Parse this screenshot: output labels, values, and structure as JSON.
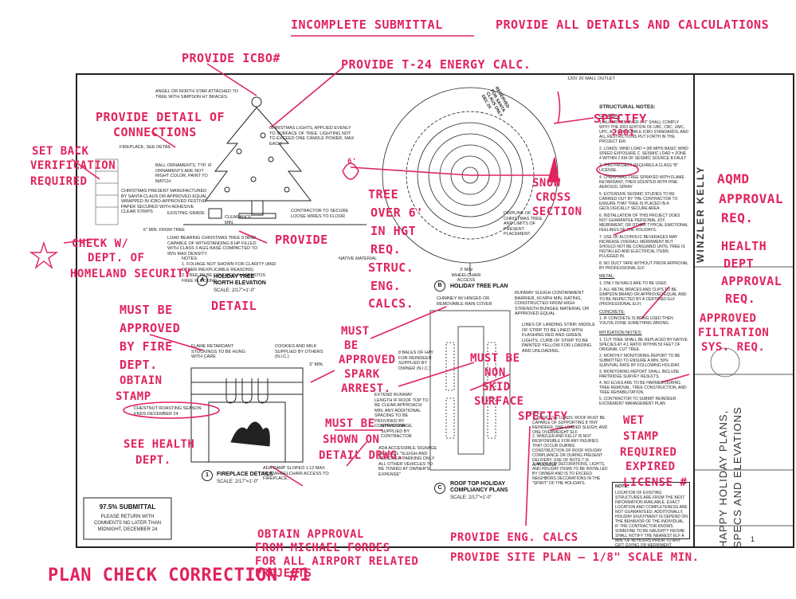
{
  "sheet": {
    "title_block": {
      "firm_line1": "WINZLER KELLY",
      "project_line1": "HAPPY HOLIDAY PLANS,",
      "project_line2": "SPECS AND ELEVATIONS",
      "sheet_number": "1"
    },
    "submittal_box": {
      "title": "97.5% SUBMITTAL",
      "line1": "PLEASE RETURN WITH",
      "line2": "COMMENTS NO LATER THAN",
      "line3": "MIDNIGHT, DECEMBER 24"
    },
    "views": {
      "tree_title": "HOLIDAY TREE",
      "tree_subtitle": "NORTH ELEVATION",
      "plan_title": "HOLIDAY TREE PLAN",
      "fireplace_title": "FIREPLACE DETAILS",
      "roof_title_line1": "ROOF TOP HOLIDAY",
      "roof_title_line2": "COMPLIANCY PLANS",
      "scale": "SCALE: 2/17\"=1'-0\"",
      "tag_a": "A",
      "tag_b": "B",
      "tag_c": "C",
      "tag_1": "1"
    },
    "tree_notes": {
      "angel": "ANGEL OR NORTH STAR ATTACHED TO TREE WITH SIMPSON H7 BRACES.",
      "lights": "CHRISTMAS LIGHTS, APPLIED EVENLY TO SURFACE OF TREE. LIGHTING NOT TO EXCEED ONE CANDLE POWER, MAX EACH",
      "fireplace_see": "FIREPLACE, SEE DETAIL",
      "balls": "BALL ORNAMENTS, TYP. IF ORNAMENTS ARE NOT RIGHT COLOR, PAINT TO MATCH",
      "present": "CHRISTMAS PRESENT MANUFACTURED BY SANTA CLAUS OR APPROVED EQUAL. WRAPPED IN ICBO-APPROVED FESTIVE PAPER SECURED WITH ADHESIVE CLEAR STRIPS",
      "grade": "EXISTING GRADE",
      "clearance": "CLEARANCE MIN.",
      "from_tree": "6\" MIN. FROM TREE",
      "contractor": "CONTRACTOR TO SECURE LOOSE WIRES TO FLOOR",
      "stand": "LOAD BEARING CHRISTMAS TREE STAND CAPABLE OF WITHSTANDING 8 HP FILLED WITH CLASS 3 AGG BASE COMPACTED TO 95% MAX DENSITY.",
      "notes_hdr": "NOTES:",
      "note1": "1. FOLIAGE NOT SHOWN FOR CLARITY (AND OTHER INEXPLICABLE REASONS)",
      "note2": "2. TREE TO BE COVERED IN ASBESTOS FREE FLOCKING",
      "native": "NATIVE MATERIAL"
    },
    "plan_notes": {
      "outlet": "120V 20 WALL OUTLET",
      "stamp": "RESERVED FOR SANTA CLAUS ONLY DEC 24",
      "dripline": "DRIPLINE OF CHRISTMAS TREE AND LIMITS OF PRESENT PLACEMENT",
      "access": "3' MIN WHEELCHAIR ACCESS"
    },
    "structural_notes": {
      "hdr": "STRUCTURAL NOTES:",
      "general": "GENERAL",
      "n1": "1. ALL DRIVES OVER 6'-0\" SHALL COMPLY WITH THE 2001 EDITION OF UBC, CBC, UMC, UPC, ALL APPLICABLE ICBO STANDARDS, AND ALL RESTRICTIONS PUT FORTH IN THE PROJECT EIR.",
      "n2": "2. LOADS: WIND LOAD = (80 MPH) BASIC WIND SPEED EXPOSURE C. SEISMIC LOAD = ZONE 4 WITHIN 2 KM OF SEISMIC SOURCE B FAULT",
      "n3": "3. THIS PROJECT REQUIRES A CLASS \"B\" LICENSE.",
      "n4": "4. CHRISTMAS TREE SPRAYED WITH FLAME RETARDANT, THEN SCENTED WITH PINE AEROSOL SPRAY",
      "n5": "5. EXTENSIVE SEISMIC STUDIES TO BE CARRIED OUT BY THE CONTRACTOR TO ENSURE THAT TREE IS PLACED IN A GEOLOGICALLY SECURE AREA.",
      "n6": "6. INSTALLATION OF THIS PROJECT DOES NOT GUARANTEE PERSONAL JOY, MERRIMENT, OR OTHER TYPICAL EMOTIONAL FEELINGS OF THE HOLIDAYS.",
      "n7": "7. USE OF ALCOHOLIC BEVERAGES MAY INCREASE OVERALL MERRIMENT BUT SHOULD NOT BE CONSUMED UNTIL TREE IS INSTALLED AND ELECTRICAL ITEMS PLUGGED IN.",
      "n8": "8. NO DUCT TAPE WITHOUT PRIOR APPROVAL BY PROFESSIONAL ELF",
      "metal": "METAL:",
      "m1": "1. ONLY 8d NAILS ARE TO BE USED",
      "m2": "2. ALL METAL BRACES AND CLIPS TO BE SIMPSON BRAND OR APPROVED EQUAL AND TO BE INSPECTED BY A CERTIFIED ELF (PROFESSIONAL ELF)",
      "concrete": "CONCRETE:",
      "c1": "1. IF CONCRETE IS BEING USED THEN YOU'VE DONE SOMETHING WRONG",
      "mitigation": "MITIGATION NOTES:",
      "g1": "1. CUT TREE SHALL BE REPLACED BY NATIVE SPECIES AT 4:1 RATIO WITHIN 50 FEET OF ORIGINAL CUT TREE.",
      "g2": "2. MONTHLY MONITORING REPORT TO BE SUBMITTED TO ENSURE A MIN. 50% SURVIVAL RATE BY FOLLOWING HOLIDAY.",
      "g3": "3. MONITORING REPORT SHALL INCLUDE PARTRIDGE SURVEY RESULTS.",
      "g4": "4. NO ELVES ARE TO BE HARMED DURING TREE REMOVAL, TREE CONSTRUCTION, AND TREE REHABILITATION.",
      "g5": "5. CONTRACTOR TO SUBMIT REINDEER EXCREMENT MANAGEMENT PLAN"
    },
    "fireplace_notes": {
      "stockings": "FLAME RETARDANT STOCKINGS TO BE HUNG WITH CARE",
      "cookies": "COOKIES AND MILK SUPPLIED BY OTHERS (N.I.C.)",
      "min": "3\" MIN.",
      "chestnut": "CHESTNUT ROASTING SEASON ENDS DECEMBER 24",
      "ramp": "ADA RAMP SLOPED 1:12 MAX FOR WHEELCHAIR ACCESS TO FIREPLACE."
    },
    "roof_notes": {
      "chimney": "CHIMNEY W/ HINGED OR REMOVABLE RAIN COVER",
      "runway": "RUNWAY SLEIGH CONTAINMENT BARRIER, 60 MPH MIN. RATING, CONSTRUCTED FROM HIGH STRENGTH BUNGEE MATERIAL OR APPROVED EQUAL",
      "lines": "LINES OF LANDING STRIP, MIDDLE OF STRIP TO BE LINED WITH FLASHING RED AND GREEN LIGHTS. CURB OF STRIP TO BE PAINTED YELLOW FOR LOADING AND UNLOADING.",
      "hay": "8 BALES OF HAY FOR REINDEER SUPPLIED BY OWNER (N.I.C.)",
      "extend": "EXTEND RUNWAY LENGTH IF ROOF TOP TO BE CLEAR APPROACH MIN. ANY ADDITIONAL SPACING TO BE PROVIDED BY CONTRACTOR",
      "mph": "MPH SIGNAGE, SUPPLIED BY CONTRACTOR",
      "ada": "ADA ACCESSIBLE SIGNAGE READING \"SLEIGH AND REINDEER PARKING ONLY ALL OTHER VEHICLES TO BE TOWED AT OWNER'S EXPENSE\"",
      "notes_hdr": "NOTES:",
      "r1": "1. ROOF LIVE LOADS: ROOF MUST BE CAPABLE OF SUPPORTING 8 TINY REINDEER, ONE LOADED SLEIGH, AND ONE OVERWEIGHT ELF",
      "r2": "2. WINZLER AND KELLY IS NOT RESPONSIBLE FOR ANY INJURIES THAT OCCUR DURING CONSTRUCTION OF ROOF HOLIDAY COMPLIANCE OR DURING PRESENT DELIVERY. USE OF NOTE 7 IS APPLICABLE.",
      "r3": "3. ROOF TOP DECORATIONS, LIGHTS, AND HOLIDAY ITEMS TO BE INSTALLED BY OWNER AND IS TO EXCEED NEIGHBORS DECORATIONS IN THE \"SPIRIT\" OF THE HOLIDAYS.",
      "loc_hdr": "NOTE:",
      "loc": "LOCATION OF EXISTING STRUCTURES ARE FROM THE BEST INFORMATION AVAILABLE. EXACT LOCATION AND COMPLETENESS ARE NOT GUARANTEED. ADDITIONALLY, HOLIDAY ENJOYMENT IS DEPEND ON THE BEHAVIOR OF THE INDIVIDUAL. IF THE CONTRACTOR KNOWS SOMEONE TO BE NAUGHTY HE/SHE SHALL NOTIFY THE NEAREST ELF A MIN. OF 48 HOURS PRIOR TO ANY GIFT GIVING OR MERRIMENT."
    }
  },
  "markup": {
    "incomplete": "INCOMPLETE SUBMITTAL",
    "provide_all": "PROVIDE ALL DETAILS AND CALCULATIONS",
    "icbo": "PROVIDE ICBO#",
    "t24": "PROVIDE T-24 ENERGY CALC.",
    "connections1": "PROVIDE DETAIL OF",
    "connections2": "CONNECTIONS",
    "setback1": "SET BACK",
    "setback2": "VERIFICATION",
    "setback3": "REQUIRED",
    "provide": "PROVIDE",
    "homeland1": "CHECK W/",
    "homeland2": "DEPT. OF",
    "homeland3": "HOMELAND SECURITY",
    "tree1": "TREE",
    "tree2": "OVER 6'",
    "tree3": "IN HGT",
    "tree4": "REQ.",
    "tree5": "STRUC.",
    "tree6": "ENG.",
    "tree7": "CALCS.",
    "snow1": "SNOW",
    "snow2": "CROSS",
    "snow3": "SECTION",
    "specify_top": "SPECIFY",
    "year": "2001",
    "aqmd1": "AQMD",
    "aqmd2": "APPROVAL",
    "aqmd3": "REQ.",
    "health1": "HEALTH",
    "health2": "DEPT",
    "health3": "APPROVAL",
    "health4": "REQ.",
    "filter1": "APPROVED",
    "filter2": "FILTRATION",
    "filter3": "SYS. REQ.",
    "fire1": "MUST BE",
    "fire2": "APPROVED",
    "fire3": "BY FIRE",
    "fire4": "DEPT.",
    "detail": "DETAIL",
    "spark1": "MUST",
    "spark2": "BE",
    "spark3": "APPROVED",
    "spark4": "SPARK",
    "spark5": "ARREST.",
    "skid1": "MUST BE",
    "skid2": "NON",
    "skid3": "SKID",
    "skid4": "SURFACE",
    "specify_roof": "SPECIFY",
    "stamp1": "OBTAIN",
    "stamp2": "STAMP",
    "healthdept1": "SEE HEALTH",
    "healthdept2": "DEPT.",
    "shown1": "MUST BE",
    "shown2": "SHOWN ON",
    "shown3": "DETAIL DRWG.",
    "wet1": "WET",
    "wet2": "STAMP",
    "wet3": "REQUIRED",
    "expired1": "EXPIRED",
    "expired2": "LICENSE #",
    "forbes1": "OBTAIN APPROVAL",
    "forbes2": "FROM MICHAEL FORBES",
    "forbes3": "FOR ALL AIRPORT RELATED",
    "forbes4": "PROJECTS",
    "eng": "PROVIDE ENG. CALCS",
    "site": "PROVIDE SITE PLAN — 1/8\" SCALE MIN.",
    "plancheck": "PLAN CHECK CORRECTION #1",
    "six": "6'"
  },
  "colors": {
    "markup_red": "#e0245e",
    "ink": "#222222"
  }
}
